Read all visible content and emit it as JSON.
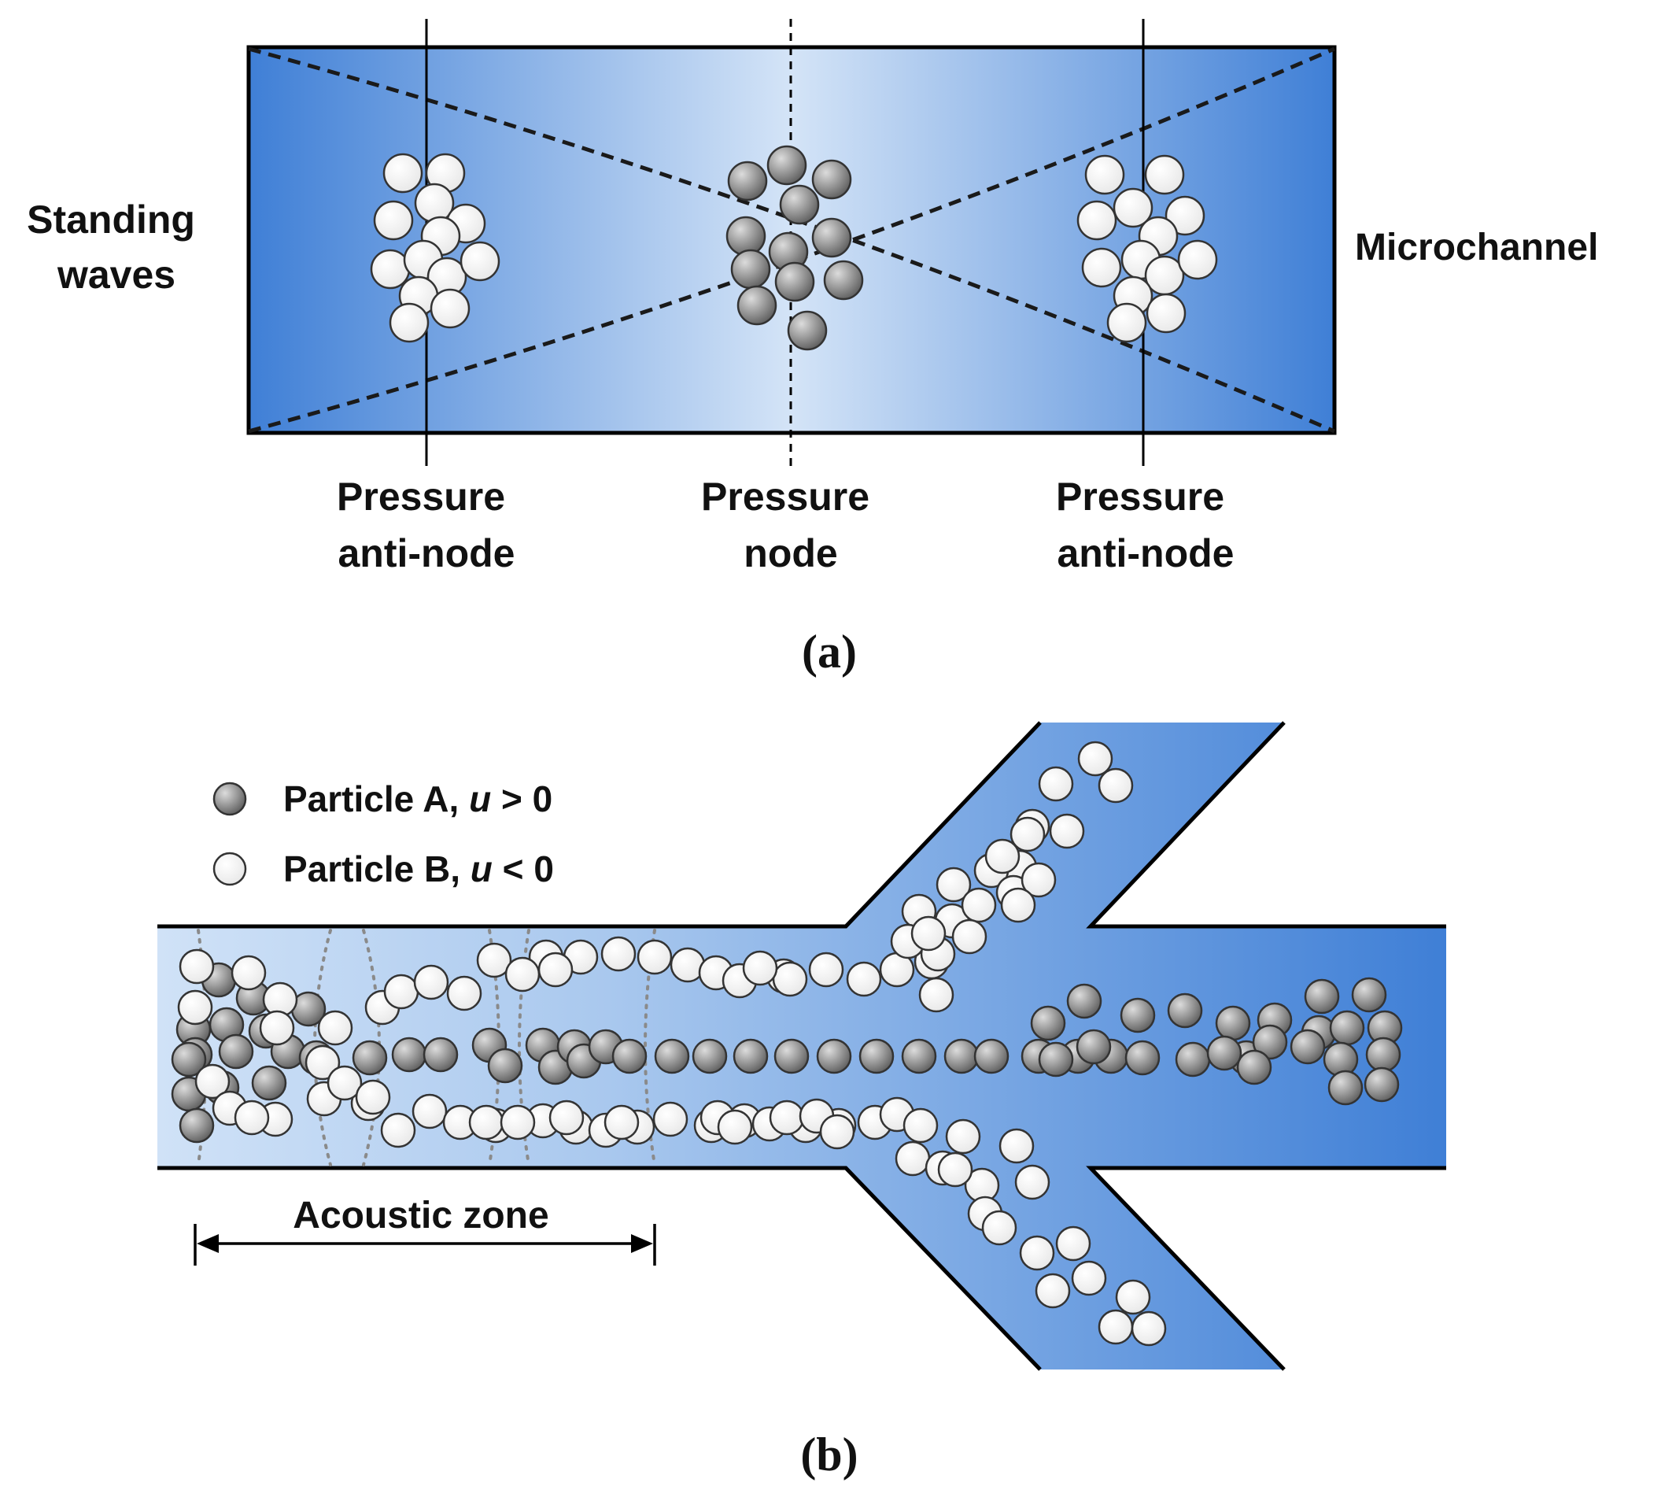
{
  "panel_a": {
    "left_label": [
      "Standing",
      "waves"
    ],
    "right_label": "Microchannel",
    "bottom_labels": [
      [
        "Pressure",
        "anti-node"
      ],
      [
        "Pressure",
        "node"
      ],
      [
        "Pressure",
        "anti-node"
      ]
    ],
    "caption": "(a)"
  },
  "panel_b": {
    "legend": [
      {
        "prefix": "Particle A, ",
        "var": "u",
        "suffix": " > 0",
        "kind": "dark"
      },
      {
        "prefix": "Particle B, ",
        "var": "u",
        "suffix": " < 0",
        "kind": "light"
      }
    ],
    "zone_label": "Acoustic zone",
    "caption": "(b)"
  },
  "colors": {
    "channel_edge": "#3f7fd6",
    "channel_center": "#d6e6f8",
    "particle_dark": "#8a8a8a",
    "particle_light": "#f4f4f4",
    "outline": "#000000"
  }
}
